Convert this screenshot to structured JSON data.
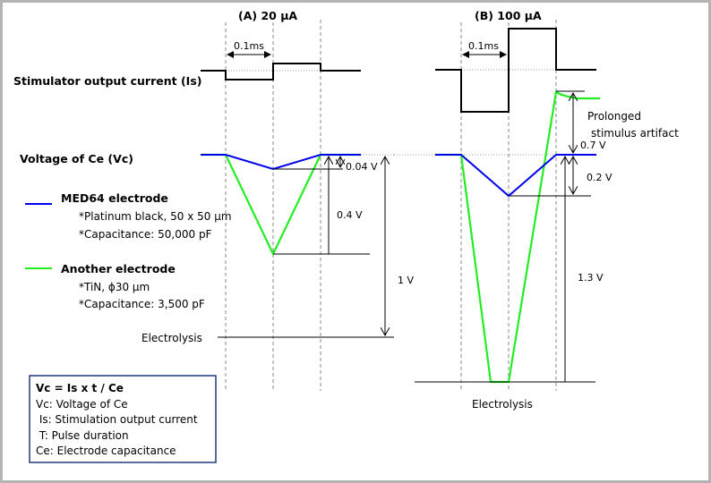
{
  "panels": {
    "a": {
      "title": "(A) 20 µA",
      "duration": "0.1ms",
      "dv_med64": "0.04 V",
      "dv_other": "0.4 V",
      "dv_electrolysis": "1 V"
    },
    "b": {
      "title": "(B) 100 µA",
      "duration": "0.1ms",
      "artifact_line1": "Prolonged",
      "artifact_line2": "stimulus artifact",
      "dv_artifact": "0.7 V",
      "dv_med64": "0.2 V",
      "dv_other": "1.3 V",
      "electrolysis": "Electrolysis"
    }
  },
  "labels": {
    "is": "Stimulator output current (Is)",
    "vc": "Voltage of Ce (Vc)",
    "electrolysis": "Electrolysis"
  },
  "legend": [
    {
      "name": "MED64 electrode",
      "color": "#0000ee",
      "details": [
        "*Platinum black, 50 x 50 µm",
        "*Capacitance: 50,000 pF"
      ]
    },
    {
      "name": "Another electrode",
      "color": "#22ee22",
      "details": [
        "*TiN,  ϕ30 µm",
        "*Capacitance: 3,500 pF"
      ]
    }
  ],
  "formula_box": {
    "formula": "Vc = Is x t / Ce",
    "lines": [
      "Vc: Voltage of Ce",
      " Is: Stimulation output current",
      " T: Pulse duration",
      "Ce: Electrode capacitance"
    ]
  }
}
